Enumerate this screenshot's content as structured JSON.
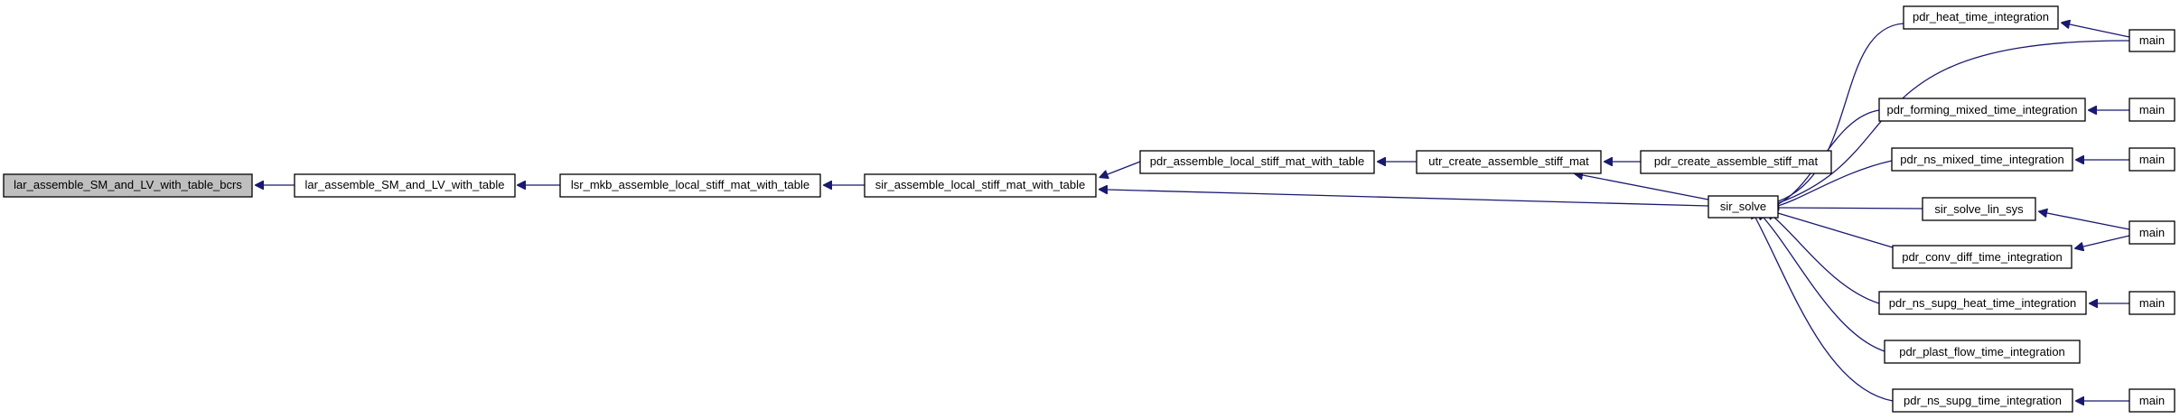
{
  "graph": {
    "edge_color": "#191970",
    "root_fill": "#bfbfbf",
    "nodes": {
      "root": "lar_assemble_SM_and_LV_with_table_bcrs",
      "lar_assemble": "lar_assemble_SM_and_LV_with_table",
      "lsr_mkb": "lsr_mkb_assemble_local_stiff_mat_with_table",
      "sir_assemble": "sir_assemble_local_stiff_mat_with_table",
      "pdr_assemble": "pdr_assemble_local_stiff_mat_with_table",
      "utr_create": "utr_create_assemble_stiff_mat",
      "pdr_create": "pdr_create_assemble_stiff_mat",
      "sir_solve": "sir_solve",
      "heat_time": "pdr_heat_time_integration",
      "forming_mixed": "pdr_forming_mixed_time_integration",
      "ns_mixed": "pdr_ns_mixed_time_integration",
      "sir_solve_lin": "sir_solve_lin_sys",
      "conv_diff": "pdr_conv_diff_time_integration",
      "ns_supg_heat": "pdr_ns_supg_heat_time_integration",
      "plast_flow": "pdr_plast_flow_time_integration",
      "ns_supg": "pdr_ns_supg_time_integration",
      "main1": "main",
      "main2": "main",
      "main3": "main",
      "main4": "main",
      "main5": "main",
      "main6": "main"
    }
  }
}
